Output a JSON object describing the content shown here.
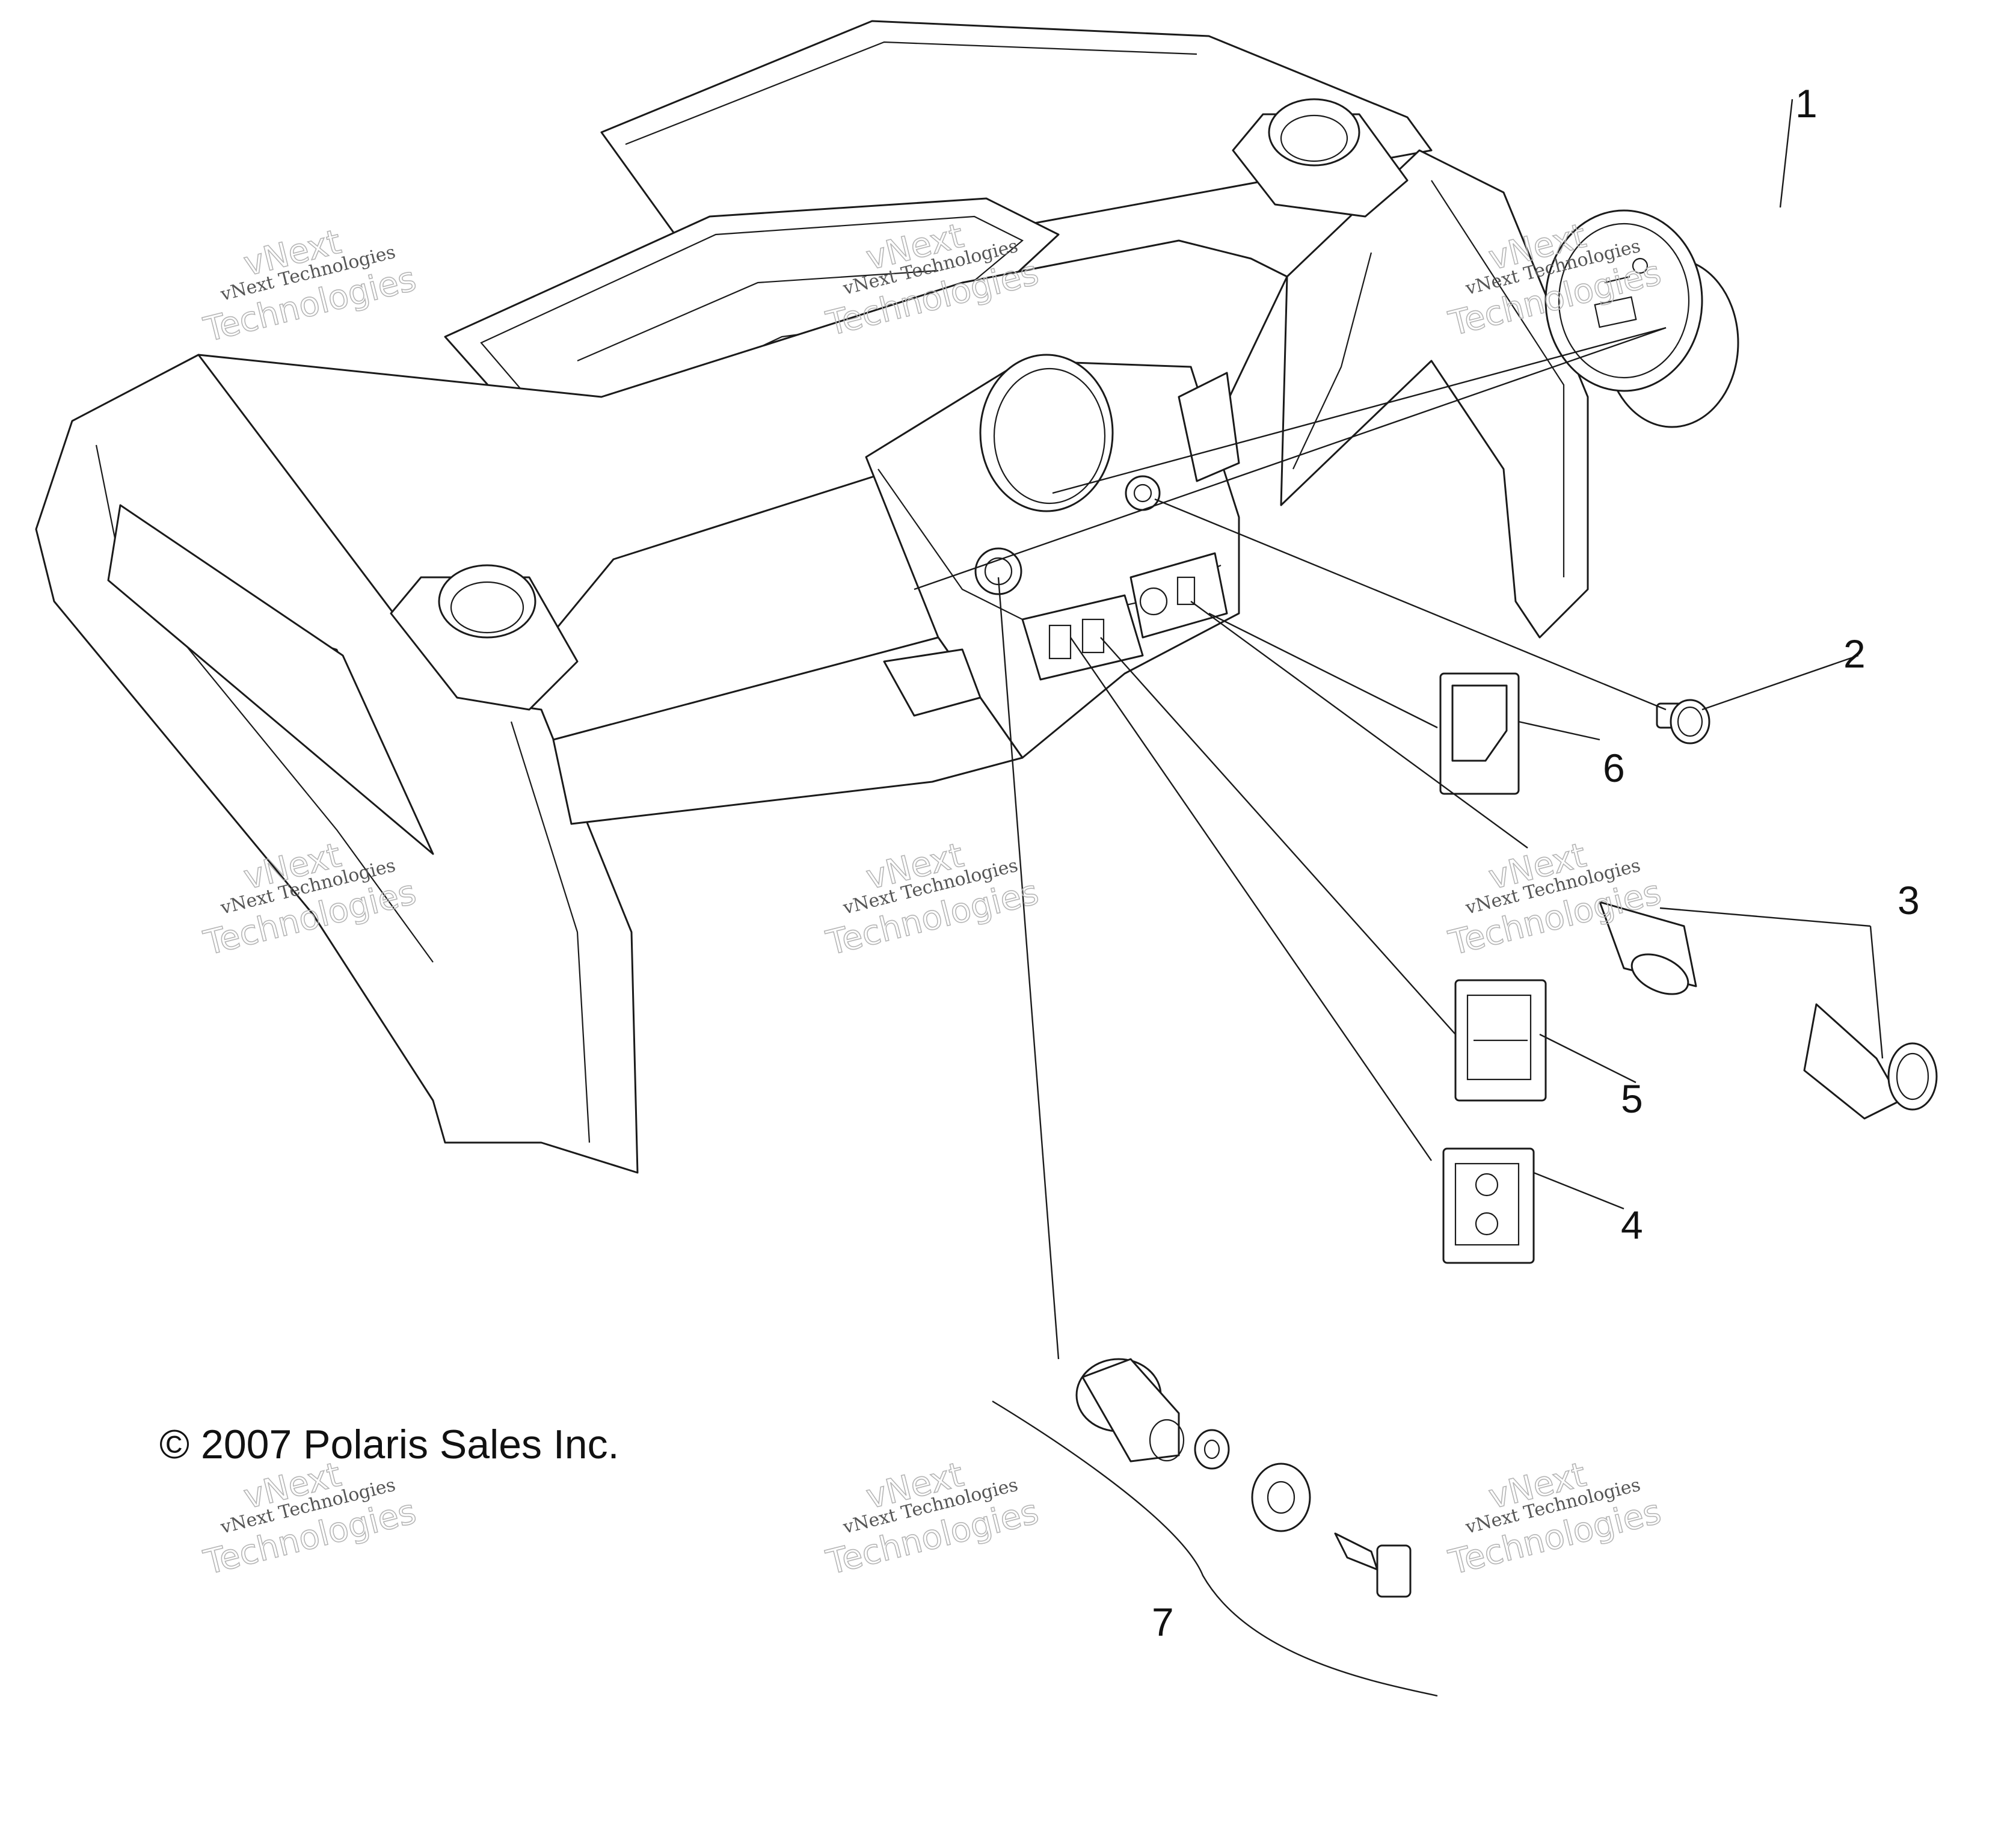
{
  "diagram": {
    "callouts": [
      "1",
      "2",
      "3",
      "4",
      "5",
      "6",
      "7"
    ],
    "copyright": "© 2007 Polaris Sales Inc.",
    "watermark": {
      "line1": "vNext Technologies",
      "line2_a": "vNext",
      "line2_b": "Technologies"
    }
  }
}
